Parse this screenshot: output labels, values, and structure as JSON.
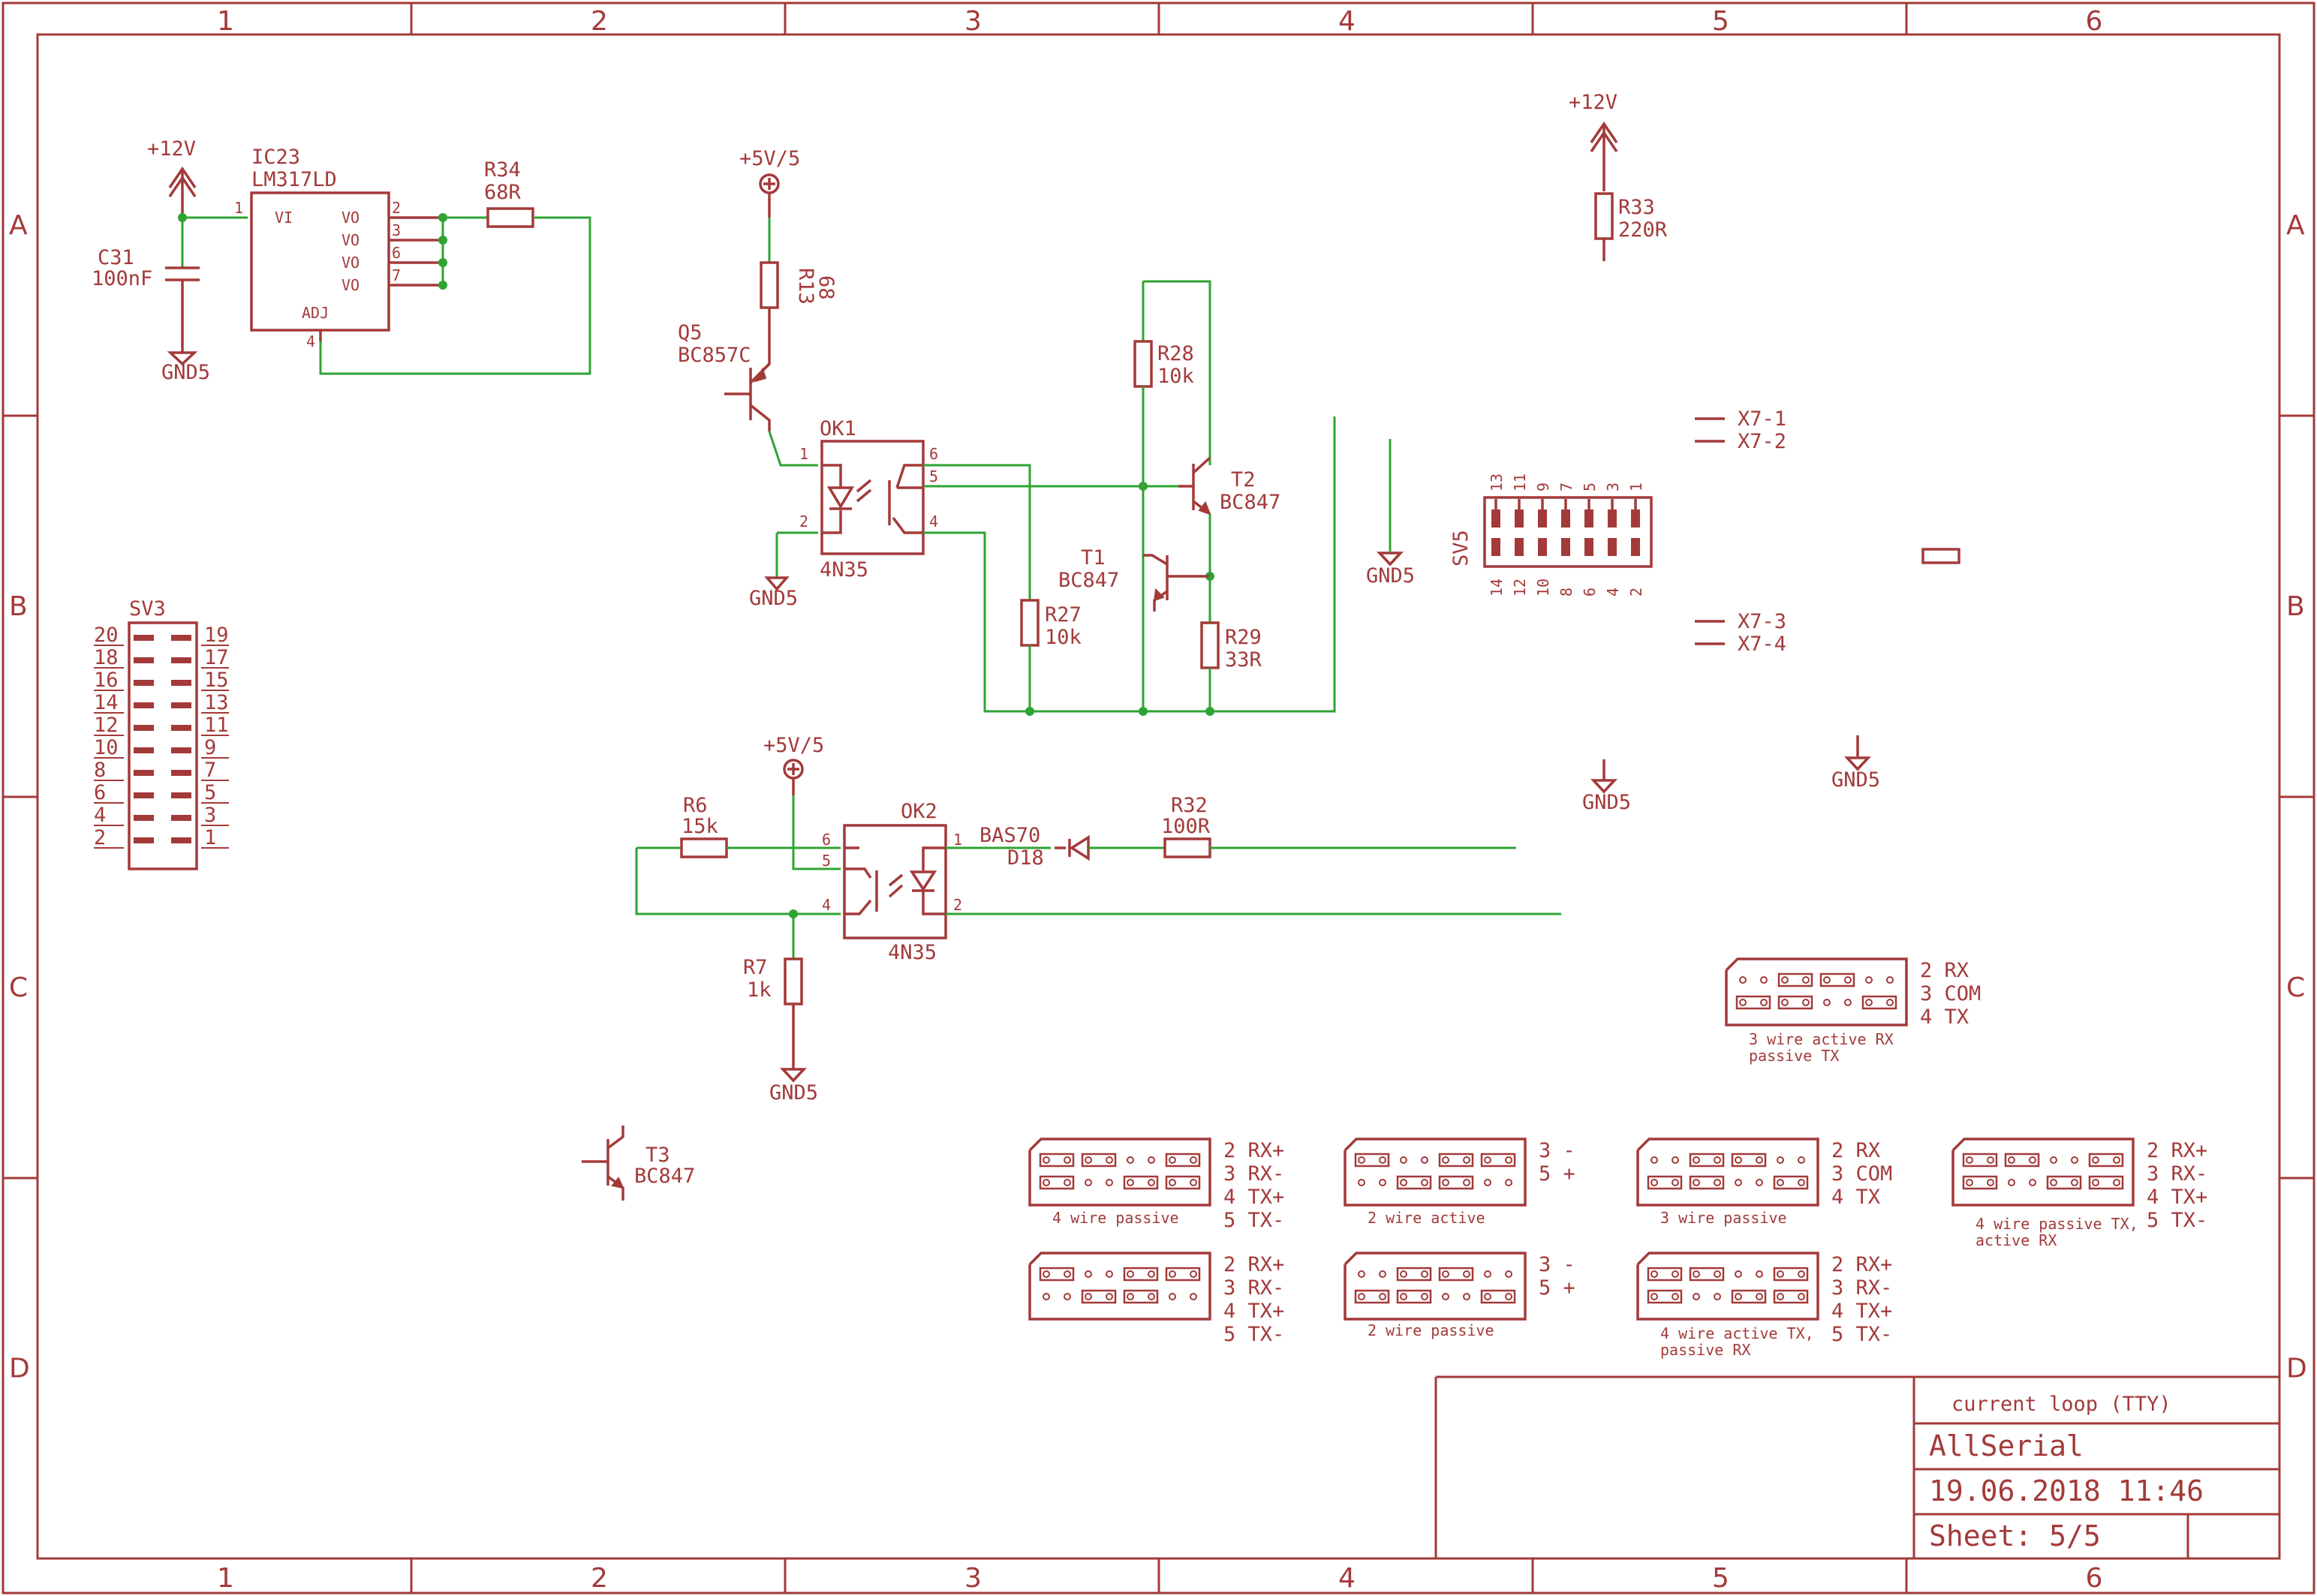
{
  "frame": {
    "columns": [
      "1",
      "2",
      "3",
      "4",
      "5",
      "6"
    ],
    "rows": [
      "A",
      "B",
      "C",
      "D"
    ]
  },
  "power": {
    "p12v_a": "+12V",
    "p12v_b": "+12V",
    "p5v_a": "+5V/5",
    "p5v_b": "+5V/5",
    "gnd": "GND5"
  },
  "components": {
    "ic23": {
      "name": "IC23",
      "value": "LM317LD",
      "vi": "VI",
      "vo": "VO",
      "adj": "ADJ",
      "pins": [
        "1",
        "2",
        "3",
        "6",
        "7",
        "4"
      ]
    },
    "c31": {
      "name": "C31",
      "value": "100nF"
    },
    "r34": {
      "name": "R34",
      "value": "68R"
    },
    "r13": {
      "name": "R13",
      "value": "68"
    },
    "q5": {
      "name": "Q5",
      "value": "BC857C"
    },
    "ok1": {
      "name": "OK1",
      "value": "4N35",
      "pins": [
        "1",
        "2",
        "6",
        "5",
        "4"
      ]
    },
    "r27": {
      "name": "R27",
      "value": "10k"
    },
    "r28": {
      "name": "R28",
      "value": "10k"
    },
    "r29": {
      "name": "R29",
      "value": "33R"
    },
    "t1": {
      "name": "T1",
      "value": "BC847"
    },
    "t2": {
      "name": "T2",
      "value": "BC847"
    },
    "r33": {
      "name": "R33",
      "value": "220R"
    },
    "sv5": {
      "name": "SV5",
      "pins_top": [
        "13",
        "11",
        "9",
        "7",
        "5",
        "3",
        "1"
      ],
      "pins_bottom": [
        "14",
        "12",
        "10",
        "8",
        "6",
        "4",
        "2"
      ]
    },
    "x7": [
      "X7-1",
      "X7-2",
      "X7-3",
      "X7-4"
    ],
    "sv3": {
      "name": "SV3",
      "left": [
        "20",
        "18",
        "16",
        "14",
        "12",
        "10",
        "8",
        "6",
        "4",
        "2"
      ],
      "right": [
        "19",
        "17",
        "15",
        "13",
        "11",
        "9",
        "7",
        "5",
        "3",
        "1"
      ]
    },
    "r6": {
      "name": "R6",
      "value": "15k"
    },
    "ok2": {
      "name": "OK2",
      "value": "4N35",
      "pins": [
        "6",
        "5",
        "4",
        "1",
        "2"
      ]
    },
    "d18": {
      "name": "D18",
      "value": "BAS70"
    },
    "r32": {
      "name": "R32",
      "value": "100R"
    },
    "r7": {
      "name": "R7",
      "value": "1k"
    },
    "t3": {
      "name": "T3",
      "value": "BC847"
    }
  },
  "jumper_blocks": [
    {
      "id": "j3a",
      "caption": [
        "3 wire active RX",
        "passive TX"
      ],
      "labels": [
        "2  RX",
        "3  COM",
        "4  TX"
      ]
    },
    {
      "id": "j4p",
      "caption": [
        "4 wire passive"
      ],
      "labels": [
        "2  RX+",
        "3  RX-",
        "4  TX+",
        "5  TX-"
      ]
    },
    {
      "id": "j2a",
      "caption": [
        "2 wire active"
      ],
      "labels": [
        "3  -",
        "5  +"
      ]
    },
    {
      "id": "j3p",
      "caption": [
        "3 wire passive"
      ],
      "labels": [
        "2  RX",
        "3  COM",
        "4  TX"
      ]
    },
    {
      "id": "j4ptx",
      "caption": [
        "4 wire passive TX,",
        "active RX"
      ],
      "labels": [
        "2  RX+",
        "3  RX-",
        "4  TX+",
        "5  TX-"
      ]
    },
    {
      "id": "j4a",
      "caption": [],
      "labels": [
        "2  RX+",
        "3  RX-",
        "4  TX+",
        "5  TX-"
      ]
    },
    {
      "id": "j2p",
      "caption": [
        "2 wire passive"
      ],
      "labels": [
        "3  -",
        "5  +"
      ]
    },
    {
      "id": "j4atx",
      "caption": [
        "4 wire active TX,",
        "passive RX"
      ],
      "labels": [
        "2  RX+",
        "3  RX-",
        "4  TX+",
        "5  TX-"
      ]
    }
  ],
  "titleblock": {
    "subtitle": "current loop (TTY)",
    "project": "AllSerial",
    "date": "19.06.2018 11:46",
    "sheet": "Sheet: 5/5"
  },
  "colors": {
    "symbol": "#a33a3a",
    "wire": "#2fa333"
  }
}
